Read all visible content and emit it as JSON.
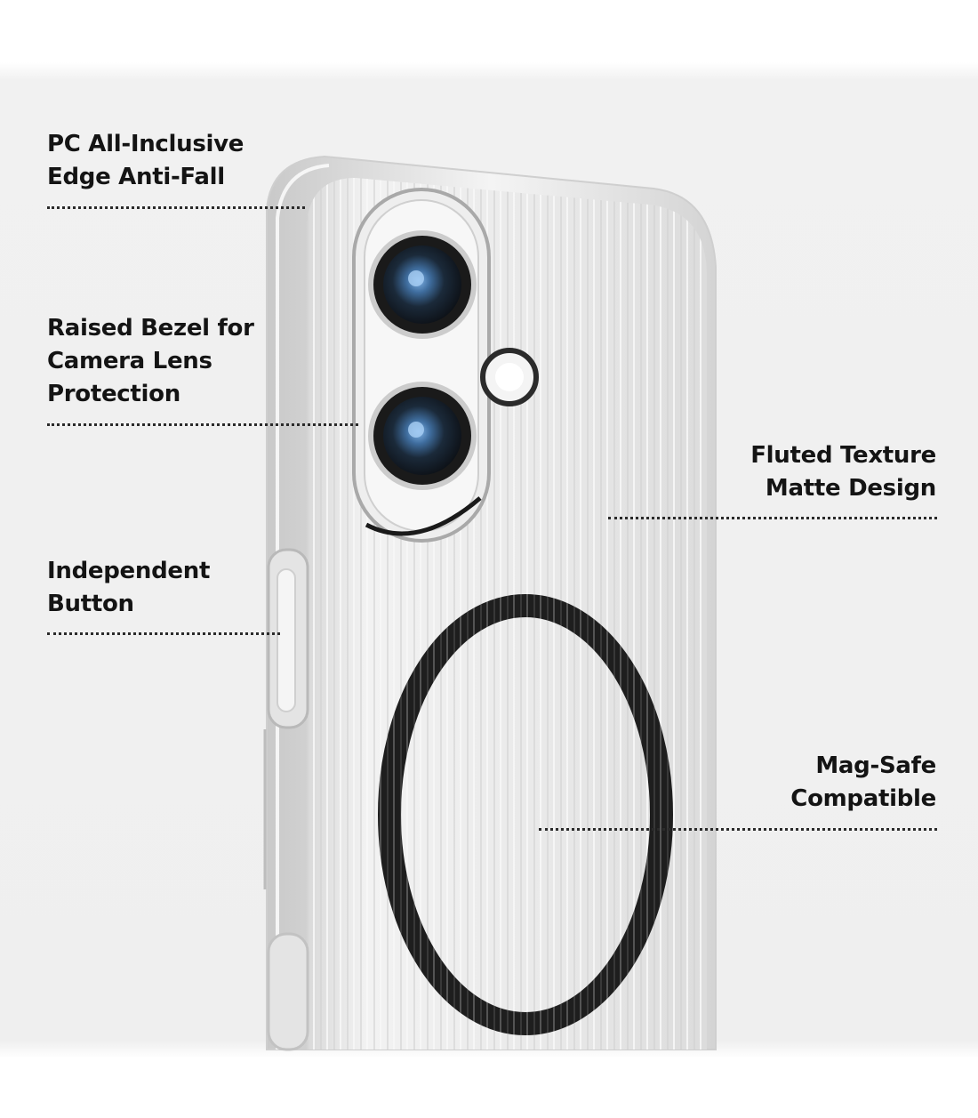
{
  "callouts": {
    "edge": {
      "line1": "PC All-Inclusive",
      "line2": "Edge Anti-Fall"
    },
    "bezel": {
      "line1": "Raised Bezel for",
      "line2": "Camera Lens",
      "line3": "Protection"
    },
    "button": {
      "line1": "Independent",
      "line2": "Button"
    },
    "texture": {
      "line1": "Fluted Texture",
      "line2": "Matte Design"
    },
    "magsafe": {
      "line1": "Mag-Safe",
      "line2": "Compatible"
    }
  },
  "colors": {
    "text": "#141414",
    "background": "#efefef",
    "case_body": "#e6e6e6",
    "magsafe_ring": "#1e1e1e",
    "lens_blue": "#4a7fb8"
  },
  "icons": [
    "phone-case-image",
    "camera-lens",
    "magsafe-ring"
  ]
}
